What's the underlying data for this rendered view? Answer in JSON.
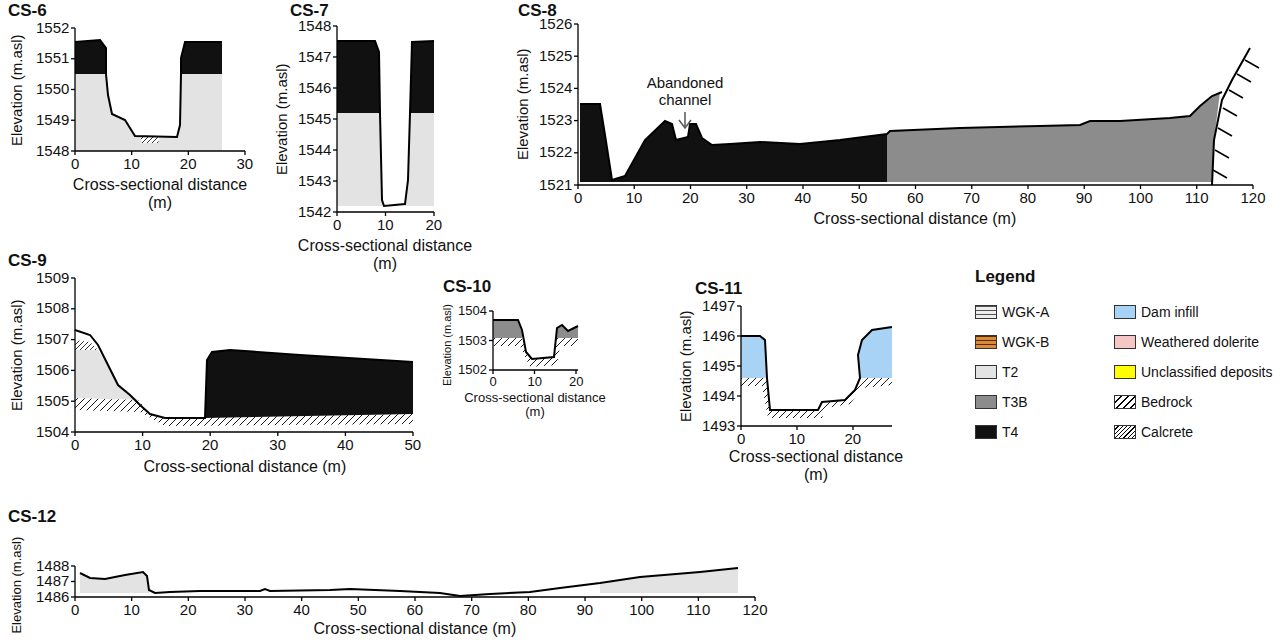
{
  "diagram": {
    "labels": [
      "CS-6",
      "1552",
      "1551",
      "1550",
      "1549",
      "1548",
      "0",
      "10",
      "20",
      "30",
      "Elevation (m.asl)",
      "Cross-sectional distance (m)",
      "CS-7",
      "1548",
      "1547",
      "1546",
      "1545",
      "1544",
      "1543",
      "1542",
      "0",
      "10",
      "20",
      "Elevation (m.asl)",
      "Cross-sectional distance (m)",
      "CS-8",
      "1526",
      "1525",
      "1524",
      "1523",
      "1522",
      "1521",
      "0",
      "10",
      "20",
      "30",
      "40",
      "50",
      "60",
      "70",
      "80",
      "90",
      "100",
      "110",
      "120",
      "Elevation (m.asl)",
      "Cross-sectional distance (m)",
      "CS-9",
      "1509",
      "1508",
      "1507",
      "1506",
      "1505",
      "1504",
      "0",
      "10",
      "20",
      "30",
      "40",
      "50",
      "Elevation (m.asl)",
      "Cross-sectional distance (m)",
      "CS-10",
      "1504",
      "1503",
      "1502",
      "0",
      "10",
      "20",
      "Elevation (m.asl)",
      "Cross-sectional distance (m)",
      "CS-11",
      "1497",
      "1496",
      "1495",
      "1494",
      "1493",
      "0",
      "10",
      "20",
      "Elevation (m.asl)",
      "Cross-sectional distance (m)",
      "CS-12",
      "1488",
      "1487",
      "1486",
      "0",
      "10",
      "20",
      "30",
      "40",
      "50",
      "60",
      "70",
      "80",
      "90",
      "100",
      "110",
      "120",
      "Elevation (m.asl)",
      "Cross-sectional distance (m)",
      "Abandoned channel",
      "Legend"
    ],
    "legend": [
      {
        "text": "WGK-A"
      },
      {
        "text": "WGK-B"
      },
      {
        "text": "T2",
        "color": "#e3e3e3"
      },
      {
        "text": "T3B",
        "color": "#8c8c8c"
      },
      {
        "text": "T4",
        "color": "#111111"
      },
      {
        "text": "Dam infill",
        "color": "#a9d3f5"
      },
      {
        "text": "Weathered dolerite",
        "color": "#f5c6c6"
      },
      {
        "text": "Unclassified deposits",
        "color": "#ffff00"
      },
      {
        "text": "Bedrock"
      },
      {
        "text": "Calcrete"
      }
    ]
  }
}
